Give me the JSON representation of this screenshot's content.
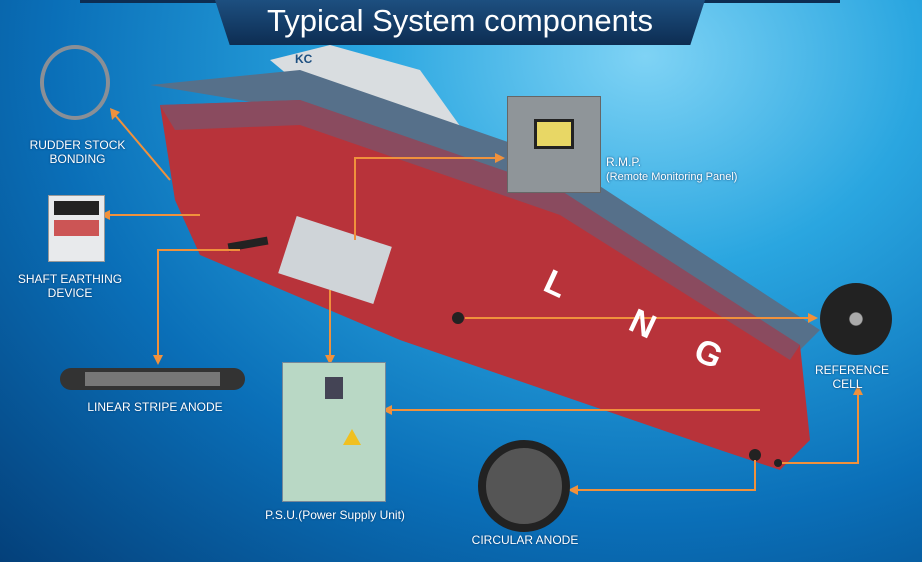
{
  "title": "Typical System components",
  "ship_letters": [
    "L",
    "N",
    "G"
  ],
  "ship_logo": "KC",
  "labels": {
    "rudder": "RUDDER STOCK BONDING",
    "shaft": "SHAFT EARTHING DEVICE",
    "stripe": "LINEAR STRIPE ANODE",
    "rmp_title": "R.M.P.",
    "rmp_sub": "(Remote Monitoring Panel)",
    "psu": "P.S.U.(Power Supply Unit)",
    "reference": "REFERENCE CELL",
    "circular": "CIRCULAR ANODE"
  },
  "colors": {
    "arrow": "#f0913c",
    "hull": "#b8333a",
    "banner": "#0d2d52"
  }
}
